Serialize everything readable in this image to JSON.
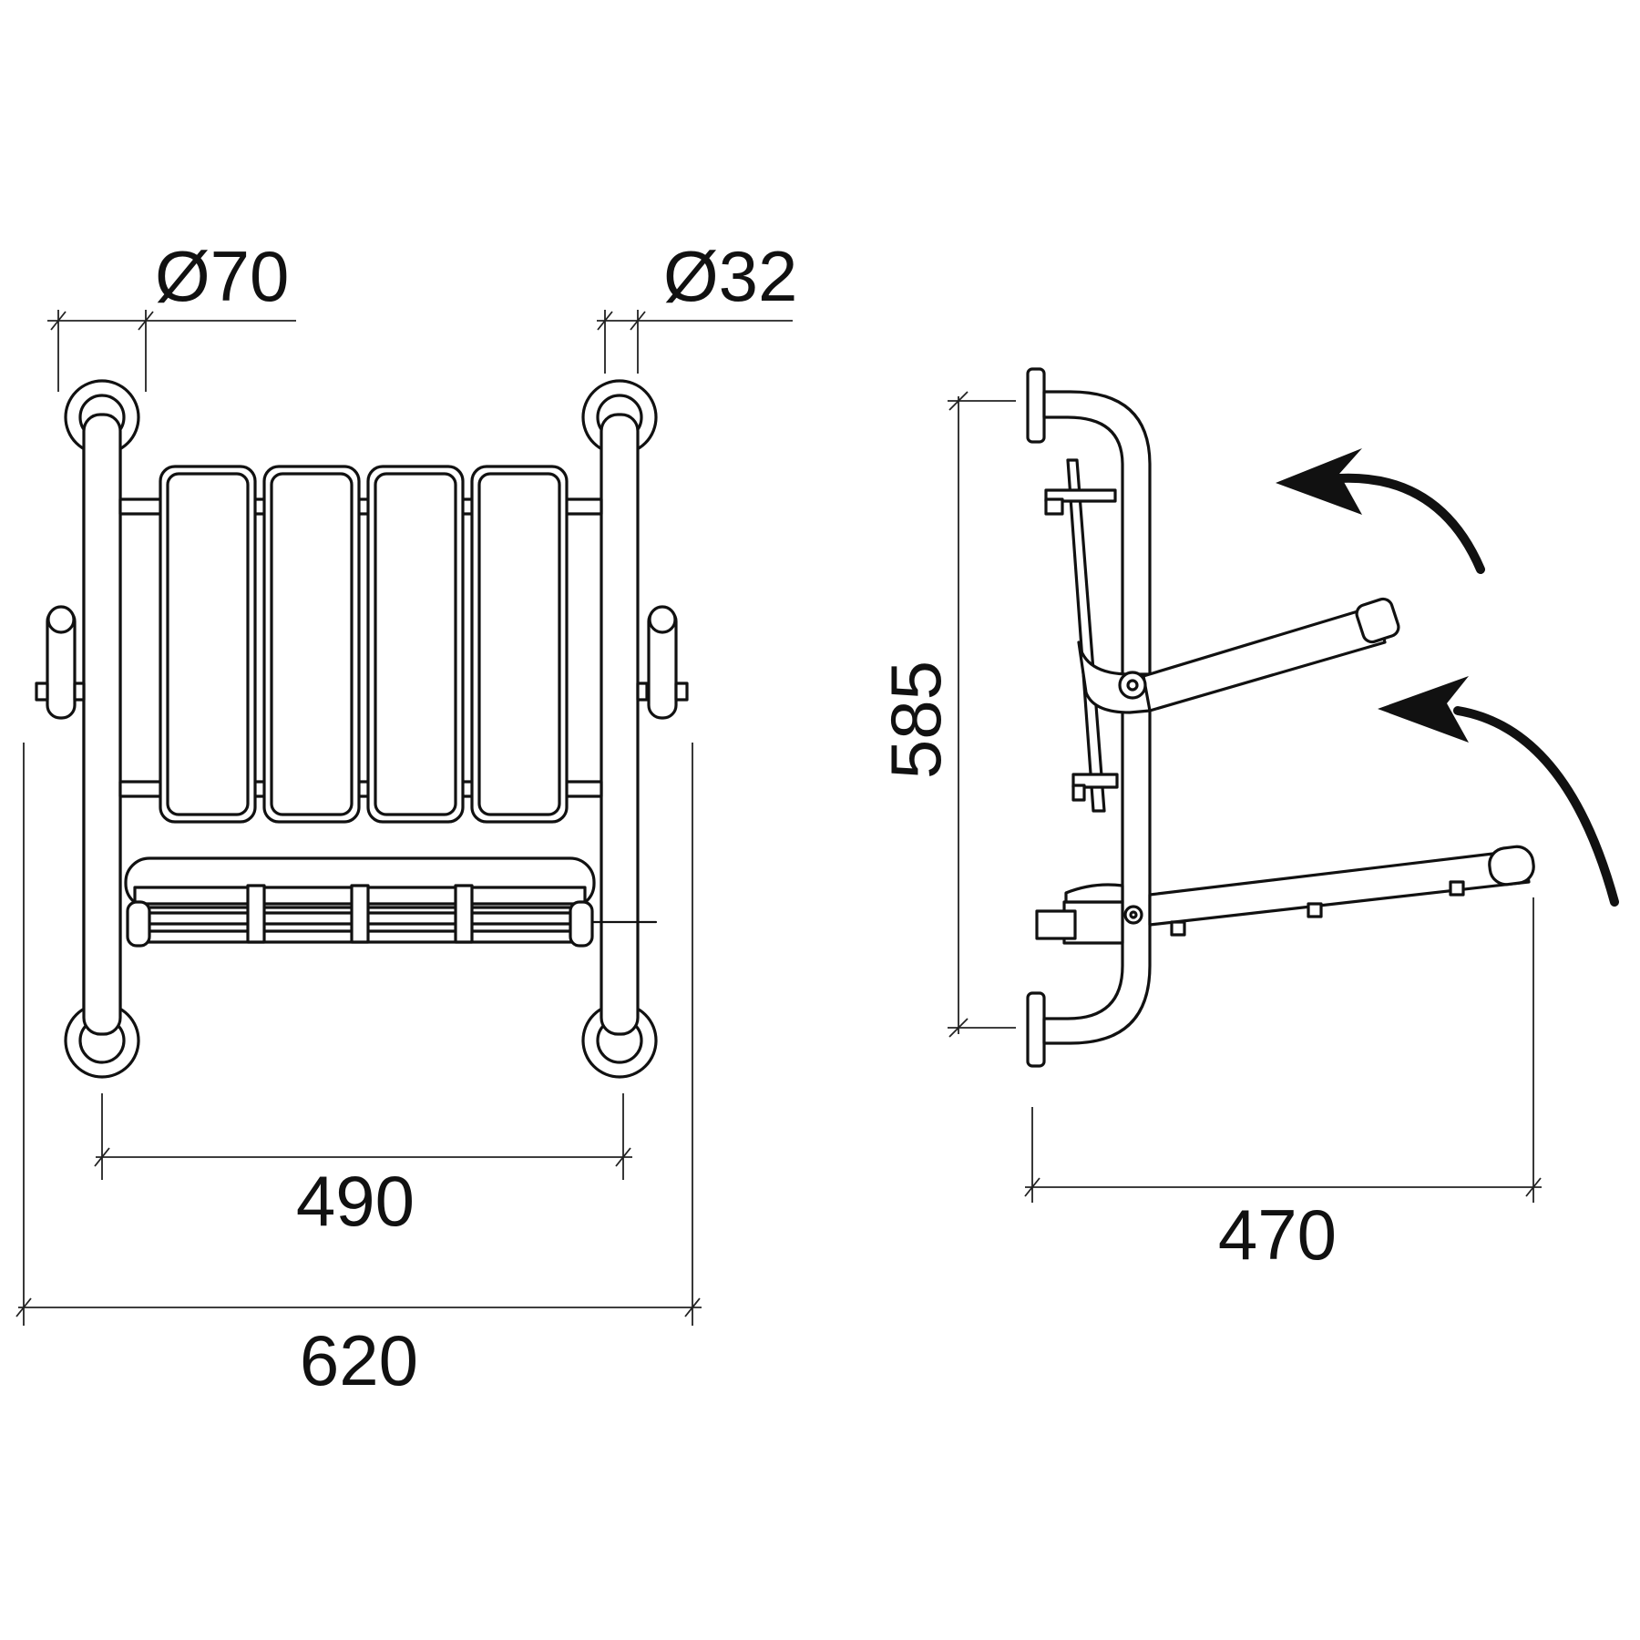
{
  "dimensions": {
    "front_top_left_diameter": "Ø70",
    "front_top_right_diameter": "Ø32",
    "front_inner_width": "490",
    "front_overall_width": "620",
    "side_height": "585",
    "side_depth": "470"
  },
  "colors": {
    "line": "#111111",
    "background": "#ffffff"
  },
  "icons": {
    "fold_arrow_upper": "curved-arrow-icon",
    "fold_arrow_lower": "curved-arrow-icon"
  }
}
